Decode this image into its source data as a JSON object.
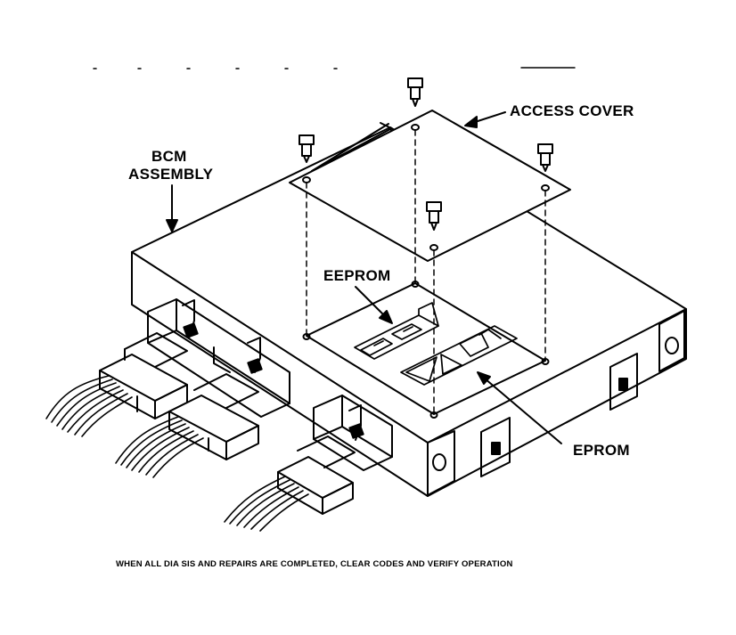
{
  "diagram": {
    "labels": {
      "access_cover": "ACCESS COVER",
      "bcm_assembly_line1": "BCM",
      "bcm_assembly_line2": "ASSEMBLY",
      "eeprom": "EEPROM",
      "eprom": "EPROM"
    },
    "caption": "WHEN ALL DIA   SIS AND REPAIRS ARE COMPLETED, CLEAR CODES AND VERIFY OPERATION",
    "colors": {
      "ink": "#000000",
      "paper": "#ffffff"
    },
    "icons": [
      "screw-icon",
      "connector-plug-icon",
      "wire-harness-icon",
      "arrow-icon"
    ]
  }
}
